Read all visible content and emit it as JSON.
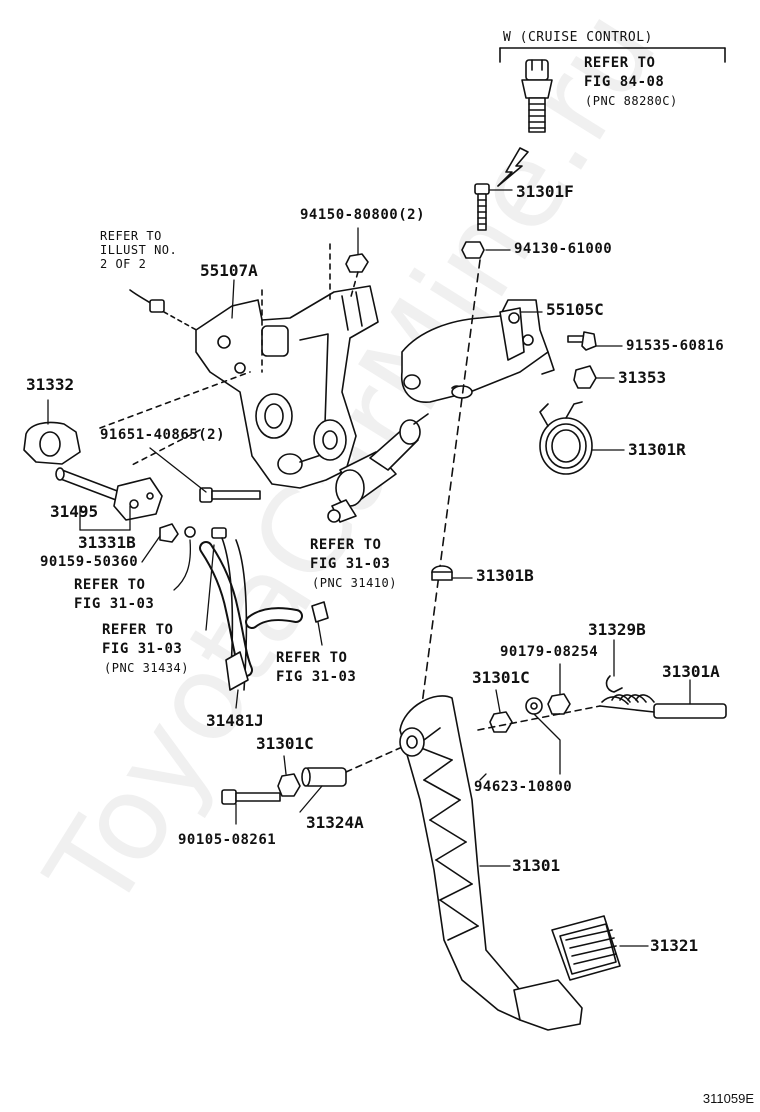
{
  "watermark": "ToyotaCarMine.ru",
  "figure_code": "311059E",
  "labels": {
    "cruise_header": "W (CRUISE CONTROL)",
    "refer_84_l1": "REFER TO",
    "refer_84_l2": "FIG 84-08",
    "refer_84_l3": "(PNC 88280C)",
    "p31301F": "31301F",
    "p94150": "94150-80800(2)",
    "p94130": "94130-61000",
    "illust_l1": "REFER TO",
    "illust_l2": "ILLUST NO.",
    "illust_l3": "2 OF 2",
    "p55107A": "55107A",
    "p55105C": "55105C",
    "p91535": "91535-60816",
    "p31353": "31353",
    "p31332": "31332",
    "p91651": "91651-40865(2)",
    "p31301R": "31301R",
    "p31495": "31495",
    "p31331B": "31331B",
    "p90159": "90159-50360",
    "ref_a_l1": "REFER TO",
    "ref_a_l2": "FIG 31-03",
    "ref_b_l1": "REFER TO",
    "ref_b_l2": "FIG 31-03",
    "ref_b_l3": "(PNC 31410)",
    "p31301B": "31301B",
    "ref_c_l1": "REFER TO",
    "ref_c_l2": "FIG 31-03",
    "ref_c_l3": "(PNC 31434)",
    "ref_d_l1": "REFER TO",
    "ref_d_l2": "FIG 31-03",
    "p31329B": "31329B",
    "p90179": "90179-08254",
    "p31301C_a": "31301C",
    "p31301A": "31301A",
    "p31481J": "31481J",
    "p31301C_b": "31301C",
    "p94623": "94623-10800",
    "p90105": "90105-08261",
    "p31324A": "31324A",
    "p31301": "31301",
    "p31321": "31321"
  }
}
